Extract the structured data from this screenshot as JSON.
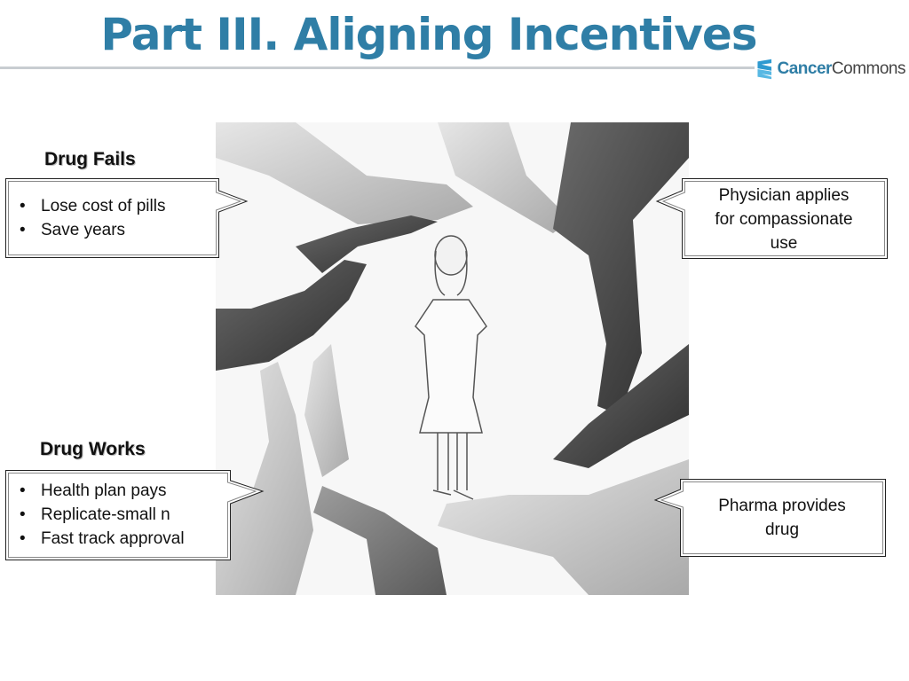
{
  "slide": {
    "title": "Part III. Aligning Incentives",
    "logo": {
      "prefix": "Cancer",
      "suffix": "Commons",
      "icon": "cancer-commons-logo-icon"
    }
  },
  "drug_fails": {
    "heading": "Drug Fails",
    "bullets": [
      "Lose cost of pills",
      "Save years"
    ]
  },
  "drug_works": {
    "heading": "Drug Works",
    "bullets": [
      "Health plan pays",
      "Replicate-small n",
      "Fast track approval"
    ]
  },
  "physician": {
    "lines": [
      "Physician applies",
      "for compassionate",
      "use"
    ]
  },
  "pharma": {
    "lines": [
      "Pharma provides",
      "drug"
    ]
  },
  "image": {
    "description_icon": "hands-circle-patient-illustration"
  },
  "colors": {
    "title": "#2f7ea6",
    "rule": "#c8cdd1",
    "box_border": "#222222"
  }
}
